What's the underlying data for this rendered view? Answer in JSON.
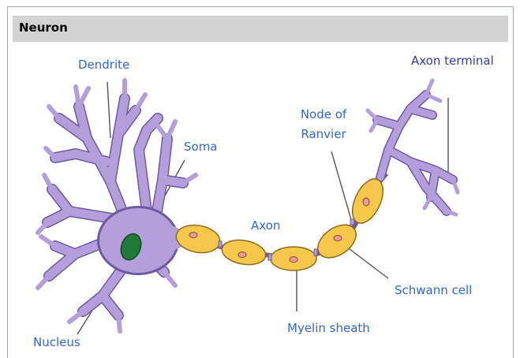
{
  "infobox": {
    "title": "Neuron"
  },
  "labels": {
    "dendrite": "Dendrite",
    "axon_terminal": "Axon terminal",
    "soma": "Soma",
    "node_of_ranvier_line1": "Node of",
    "node_of_ranvier_line2": "Ranvier",
    "axon": "Axon",
    "schwann_cell": "Schwann cell",
    "myelin_sheath": "Myelin sheath",
    "nucleus": "Nucleus"
  },
  "colors": {
    "header_bg": "#d3d3d3",
    "label_link": "#3366cc",
    "cell_body": "#b49fdc",
    "cell_outline": "#6d5ba0",
    "myelin": "#f5c84c",
    "myelin_outline": "#8a6d1a",
    "nucleus": "#1f7a3a",
    "schwann_nucleus": "#e89a9a"
  }
}
